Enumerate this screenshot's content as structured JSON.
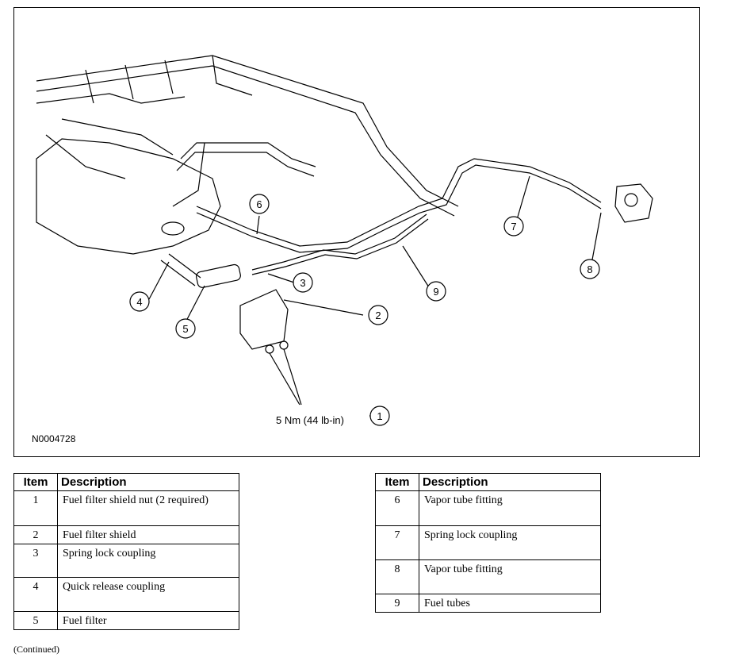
{
  "figure": {
    "figure_id": "N0004728",
    "torque_spec": "5 Nm (44 lb-in)",
    "callouts": [
      "1",
      "2",
      "3",
      "4",
      "5",
      "6",
      "7",
      "8",
      "9"
    ]
  },
  "tables": {
    "left": {
      "headers": [
        "Item",
        "Description"
      ],
      "rows": [
        {
          "item": "1",
          "description": "Fuel filter shield nut (2 required)"
        },
        {
          "item": "2",
          "description": "Fuel filter shield"
        },
        {
          "item": "3",
          "description": "Spring lock coupling"
        },
        {
          "item": "4",
          "description": "Quick release coupling"
        },
        {
          "item": "5",
          "description": "Fuel filter"
        }
      ]
    },
    "right": {
      "headers": [
        "Item",
        "Description"
      ],
      "rows": [
        {
          "item": "6",
          "description": "Vapor tube fitting"
        },
        {
          "item": "7",
          "description": "Spring lock coupling"
        },
        {
          "item": "8",
          "description": "Vapor tube fitting"
        },
        {
          "item": "9",
          "description": "Fuel tubes"
        }
      ]
    }
  },
  "footer": {
    "continued": "(Continued)"
  }
}
